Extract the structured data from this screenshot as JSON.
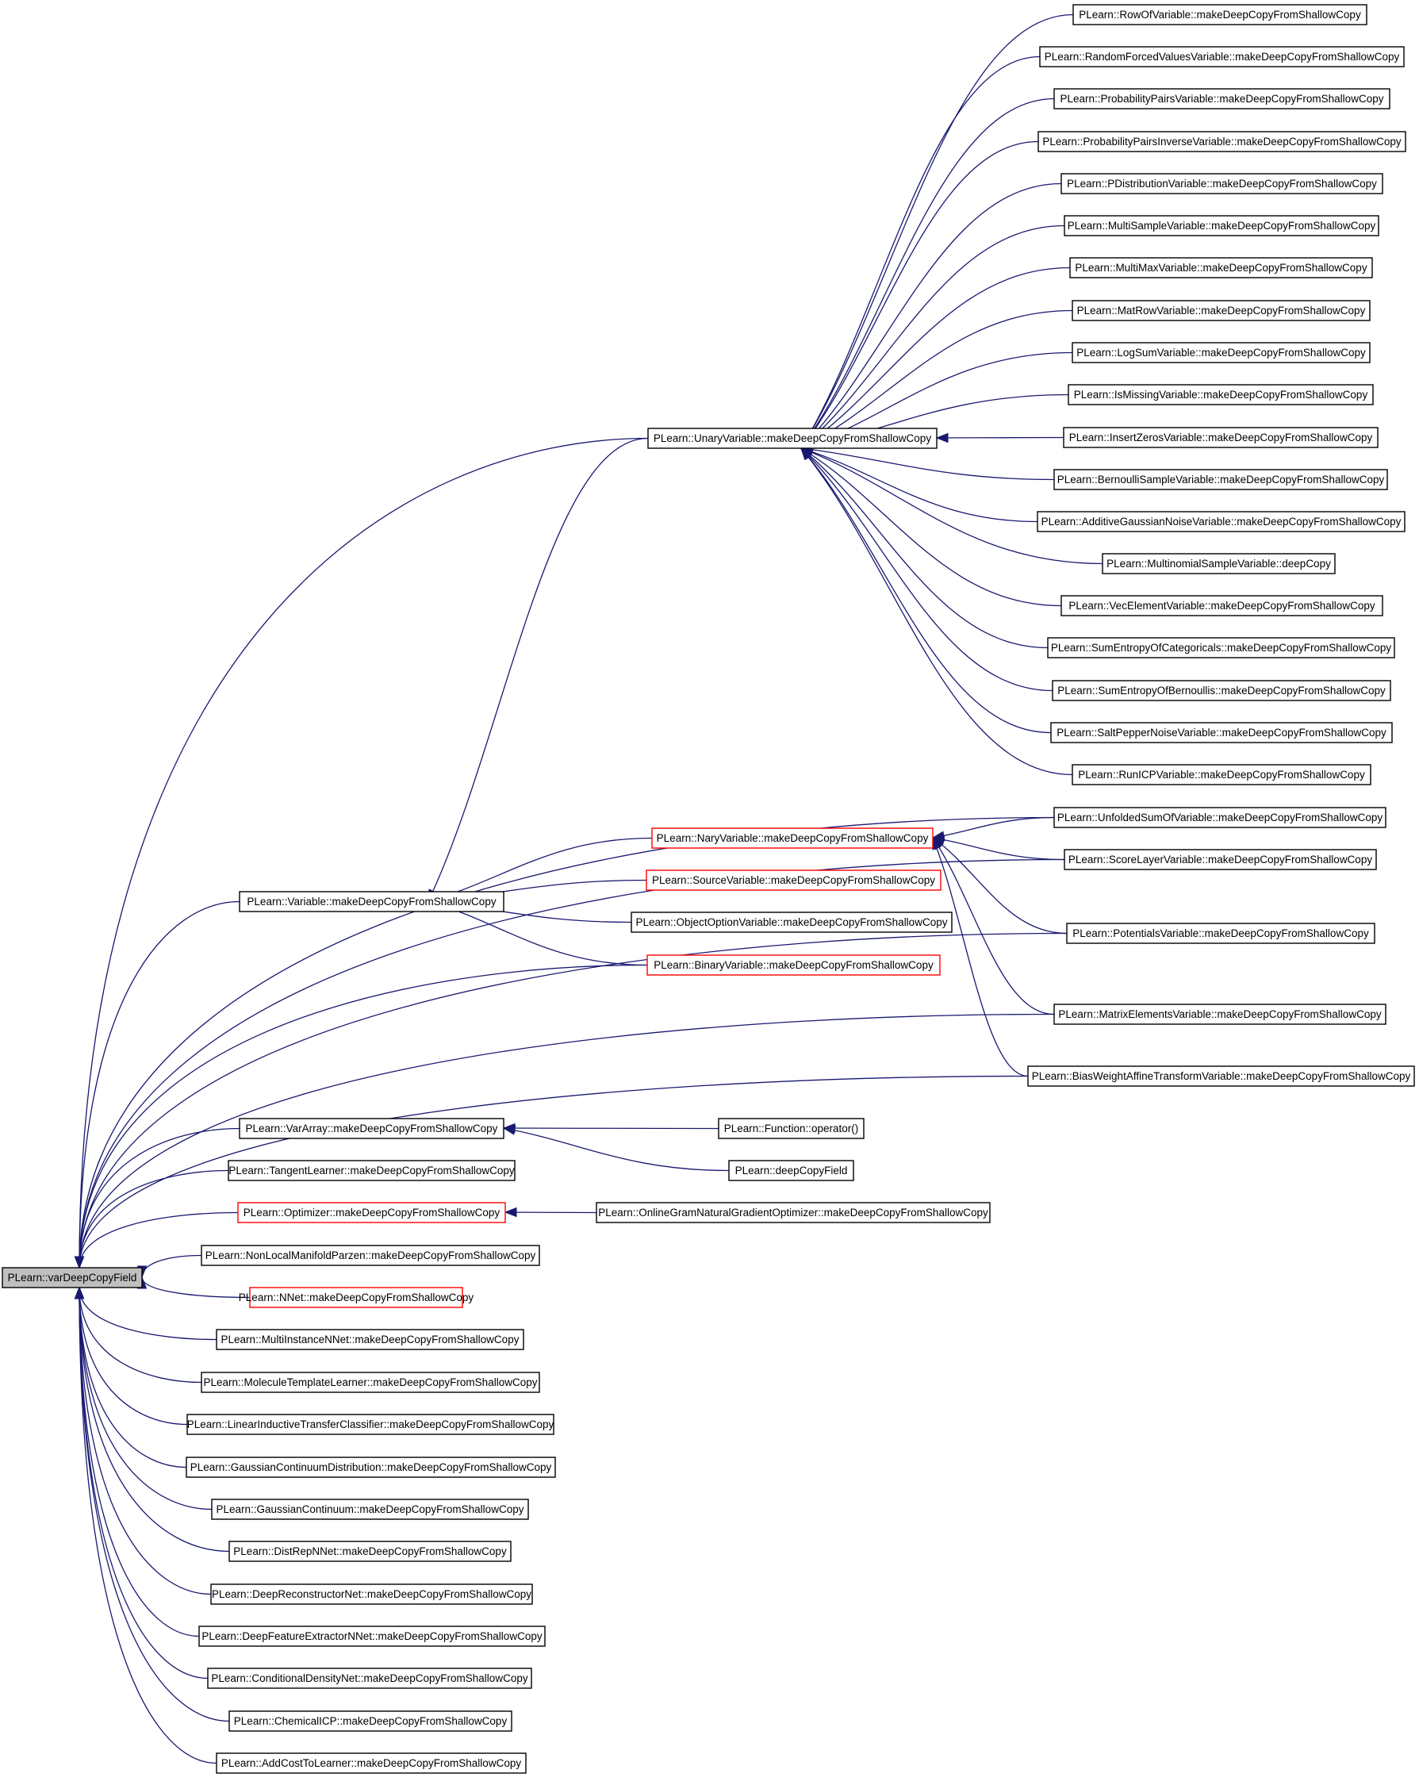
{
  "graph": {
    "root": "PLearn::varDeepCopyField",
    "colors": {
      "edge": "#191970",
      "truncated_border": "#ff0000",
      "root_fill": "#bfbfbf"
    },
    "nodes": {
      "root": {
        "label": "PLearn::varDeepCopyField",
        "style": "root"
      },
      "unary": {
        "label": "PLearn::UnaryVariable::makeDeepCopyFromShallowCopy",
        "style": "normal"
      },
      "rowof": {
        "label": "PLearn::RowOfVariable::makeDeepCopyFromShallowCopy",
        "style": "normal"
      },
      "randforced": {
        "label": "PLearn::RandomForcedValuesVariable::makeDeepCopyFromShallowCopy",
        "style": "normal"
      },
      "probpairs": {
        "label": "PLearn::ProbabilityPairsVariable::makeDeepCopyFromShallowCopy",
        "style": "normal"
      },
      "probpairsinv": {
        "label": "PLearn::ProbabilityPairsInverseVariable::makeDeepCopyFromShallowCopy",
        "style": "normal"
      },
      "pdist": {
        "label": "PLearn::PDistributionVariable::makeDeepCopyFromShallowCopy",
        "style": "normal"
      },
      "multisample": {
        "label": "PLearn::MultiSampleVariable::makeDeepCopyFromShallowCopy",
        "style": "normal"
      },
      "multimax": {
        "label": "PLearn::MultiMaxVariable::makeDeepCopyFromShallowCopy",
        "style": "normal"
      },
      "matrow": {
        "label": "PLearn::MatRowVariable::makeDeepCopyFromShallowCopy",
        "style": "normal"
      },
      "logsum": {
        "label": "PLearn::LogSumVariable::makeDeepCopyFromShallowCopy",
        "style": "normal"
      },
      "ismissing": {
        "label": "PLearn::IsMissingVariable::makeDeepCopyFromShallowCopy",
        "style": "normal"
      },
      "insertzeros": {
        "label": "PLearn::InsertZerosVariable::makeDeepCopyFromShallowCopy",
        "style": "normal"
      },
      "bernoulli": {
        "label": "PLearn::BernoulliSampleVariable::makeDeepCopyFromShallowCopy",
        "style": "normal"
      },
      "addgauss": {
        "label": "PLearn::AdditiveGaussianNoiseVariable::makeDeepCopyFromShallowCopy",
        "style": "normal"
      },
      "multinomial": {
        "label": "PLearn::MultinomialSampleVariable::deepCopy",
        "style": "normal"
      },
      "vecelem": {
        "label": "PLearn::VecElementVariable::makeDeepCopyFromShallowCopy",
        "style": "normal"
      },
      "sumentcat": {
        "label": "PLearn::SumEntropyOfCategoricals::makeDeepCopyFromShallowCopy",
        "style": "normal"
      },
      "sumentber": {
        "label": "PLearn::SumEntropyOfBernoullis::makeDeepCopyFromShallowCopy",
        "style": "normal"
      },
      "saltpepper": {
        "label": "PLearn::SaltPepperNoiseVariable::makeDeepCopyFromShallowCopy",
        "style": "normal"
      },
      "runicp": {
        "label": "PLearn::RunICPVariable::makeDeepCopyFromShallowCopy",
        "style": "normal"
      },
      "unfolded": {
        "label": "PLearn::UnfoldedSumOfVariable::makeDeepCopyFromShallowCopy",
        "style": "normal"
      },
      "nary": {
        "label": "PLearn::NaryVariable::makeDeepCopyFromShallowCopy",
        "style": "truncated"
      },
      "scorelayer": {
        "label": "PLearn::ScoreLayerVariable::makeDeepCopyFromShallowCopy",
        "style": "normal"
      },
      "variable": {
        "label": "PLearn::Variable::makeDeepCopyFromShallowCopy",
        "style": "normal"
      },
      "source": {
        "label": "PLearn::SourceVariable::makeDeepCopyFromShallowCopy",
        "style": "truncated"
      },
      "objopt": {
        "label": "PLearn::ObjectOptionVariable::makeDeepCopyFromShallowCopy",
        "style": "normal"
      },
      "potentials": {
        "label": "PLearn::PotentialsVariable::makeDeepCopyFromShallowCopy",
        "style": "normal"
      },
      "binary": {
        "label": "PLearn::BinaryVariable::makeDeepCopyFromShallowCopy",
        "style": "truncated"
      },
      "matrixelem": {
        "label": "PLearn::MatrixElementsVariable::makeDeepCopyFromShallowCopy",
        "style": "normal"
      },
      "biasweight": {
        "label": "PLearn::BiasWeightAffineTransformVariable::makeDeepCopyFromShallowCopy",
        "style": "normal"
      },
      "vararray": {
        "label": "PLearn::VarArray::makeDeepCopyFromShallowCopy",
        "style": "normal"
      },
      "funcop": {
        "label": "PLearn::Function::operator()",
        "style": "normal"
      },
      "deepcopyfield": {
        "label": "PLearn::deepCopyField",
        "style": "normal"
      },
      "tangent": {
        "label": "PLearn::TangentLearner::makeDeepCopyFromShallowCopy",
        "style": "normal"
      },
      "optimizer": {
        "label": "PLearn::Optimizer::makeDeepCopyFromShallowCopy",
        "style": "truncated"
      },
      "onlinegram": {
        "label": "PLearn::OnlineGramNaturalGradientOptimizer::makeDeepCopyFromShallowCopy",
        "style": "normal"
      },
      "nonlocal": {
        "label": "PLearn::NonLocalManifoldParzen::makeDeepCopyFromShallowCopy",
        "style": "normal"
      },
      "nnet": {
        "label": "PLearn::NNet::makeDeepCopyFromShallowCopy",
        "style": "truncated"
      },
      "multiinst": {
        "label": "PLearn::MultiInstanceNNet::makeDeepCopyFromShallowCopy",
        "style": "normal"
      },
      "molecule": {
        "label": "PLearn::MoleculeTemplateLearner::makeDeepCopyFromShallowCopy",
        "style": "normal"
      },
      "linearind": {
        "label": "PLearn::LinearInductiveTransferClassifier::makeDeepCopyFromShallowCopy",
        "style": "normal"
      },
      "gausscontdist": {
        "label": "PLearn::GaussianContinuumDistribution::makeDeepCopyFromShallowCopy",
        "style": "normal"
      },
      "gausscont": {
        "label": "PLearn::GaussianContinuum::makeDeepCopyFromShallowCopy",
        "style": "normal"
      },
      "distrep": {
        "label": "PLearn::DistRepNNet::makeDeepCopyFromShallowCopy",
        "style": "normal"
      },
      "deeprecon": {
        "label": "PLearn::DeepReconstructorNet::makeDeepCopyFromShallowCopy",
        "style": "normal"
      },
      "deepfeat": {
        "label": "PLearn::DeepFeatureExtractorNNet::makeDeepCopyFromShallowCopy",
        "style": "normal"
      },
      "conddens": {
        "label": "PLearn::ConditionalDensityNet::makeDeepCopyFromShallowCopy",
        "style": "normal"
      },
      "chemicalicp": {
        "label": "PLearn::ChemicalICP::makeDeepCopyFromShallowCopy",
        "style": "normal"
      },
      "addcost": {
        "label": "PLearn::AddCostToLearner::makeDeepCopyFromShallowCopy",
        "style": "normal"
      }
    },
    "edges": [
      [
        "unary",
        "root"
      ],
      [
        "variable",
        "root"
      ],
      [
        "vararray",
        "root"
      ],
      [
        "tangent",
        "root"
      ],
      [
        "optimizer",
        "root"
      ],
      [
        "nonlocal",
        "root"
      ],
      [
        "nnet",
        "root"
      ],
      [
        "multiinst",
        "root"
      ],
      [
        "molecule",
        "root"
      ],
      [
        "linearind",
        "root"
      ],
      [
        "gausscontdist",
        "root"
      ],
      [
        "gausscont",
        "root"
      ],
      [
        "distrep",
        "root"
      ],
      [
        "deeprecon",
        "root"
      ],
      [
        "deepfeat",
        "root"
      ],
      [
        "conddens",
        "root"
      ],
      [
        "chemicalicp",
        "root"
      ],
      [
        "addcost",
        "root"
      ],
      [
        "unfolded",
        "root"
      ],
      [
        "scorelayer",
        "root"
      ],
      [
        "binary",
        "root"
      ],
      [
        "potentials",
        "root"
      ],
      [
        "matrixelem",
        "root"
      ],
      [
        "biasweight",
        "root"
      ],
      [
        "rowof",
        "unary"
      ],
      [
        "randforced",
        "unary"
      ],
      [
        "probpairs",
        "unary"
      ],
      [
        "probpairsinv",
        "unary"
      ],
      [
        "pdist",
        "unary"
      ],
      [
        "multisample",
        "unary"
      ],
      [
        "multimax",
        "unary"
      ],
      [
        "matrow",
        "unary"
      ],
      [
        "logsum",
        "unary"
      ],
      [
        "ismissing",
        "unary"
      ],
      [
        "insertzeros",
        "unary"
      ],
      [
        "bernoulli",
        "unary"
      ],
      [
        "addgauss",
        "unary"
      ],
      [
        "multinomial",
        "unary"
      ],
      [
        "vecelem",
        "unary"
      ],
      [
        "sumentcat",
        "unary"
      ],
      [
        "sumentber",
        "unary"
      ],
      [
        "saltpepper",
        "unary"
      ],
      [
        "runicp",
        "unary"
      ],
      [
        "nary",
        "variable"
      ],
      [
        "source",
        "variable"
      ],
      [
        "objopt",
        "variable"
      ],
      [
        "binary",
        "variable"
      ],
      [
        "unary",
        "variable"
      ],
      [
        "unfolded",
        "nary"
      ],
      [
        "scorelayer",
        "nary"
      ],
      [
        "potentials",
        "nary"
      ],
      [
        "matrixelem",
        "nary"
      ],
      [
        "biasweight",
        "nary"
      ],
      [
        "funcop",
        "vararray"
      ],
      [
        "deepcopyfield",
        "vararray"
      ],
      [
        "onlinegram",
        "optimizer"
      ]
    ]
  }
}
